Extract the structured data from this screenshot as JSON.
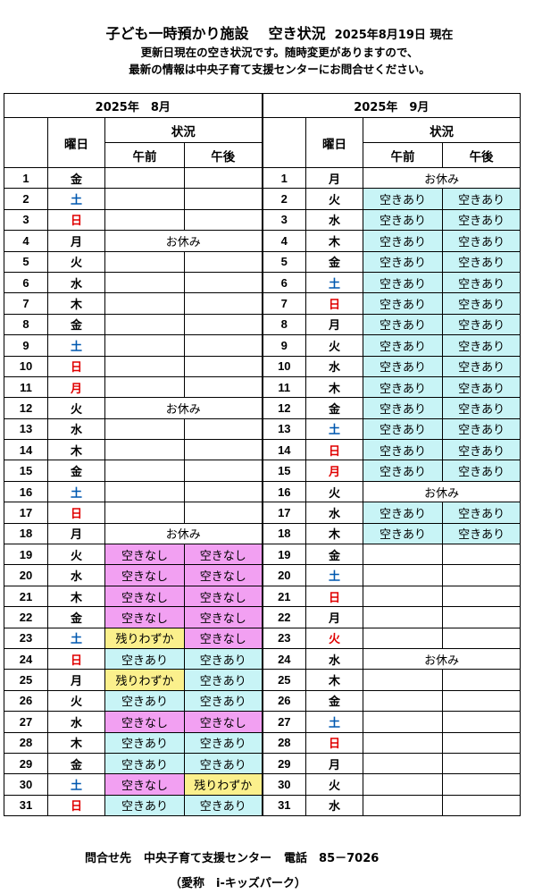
{
  "header": {
    "title": "子ども一時預かり施設",
    "status_title": "空き状況",
    "date_line": "2025年8月19日 現在",
    "notice_1": "更新日現在の空き状況です。随時変更がありますので、",
    "notice_2": "最新の情報は中央子育て支援センターにお問合せください。"
  },
  "table": {
    "month_left": "2025年　8月",
    "month_right": "2025年　9月",
    "col_weekday": "曜日",
    "col_status": "状況",
    "col_am": "午前",
    "col_pm": "午後"
  },
  "legend_colors": {
    "空きあり": "#c8f4f6",
    "空きなし": "#f2a0f2",
    "残りわずか": "#fbf08c",
    "sunday": "#e00000",
    "saturday": "#0058b0"
  },
  "august": [
    {
      "d": "1",
      "w": "金",
      "am": "",
      "pm": ""
    },
    {
      "d": "2",
      "w": "土",
      "am": "",
      "pm": ""
    },
    {
      "d": "3",
      "w": "日",
      "am": "",
      "pm": ""
    },
    {
      "d": "4",
      "w": "月",
      "closed": "お休み"
    },
    {
      "d": "5",
      "w": "火",
      "am": "",
      "pm": ""
    },
    {
      "d": "6",
      "w": "水",
      "am": "",
      "pm": ""
    },
    {
      "d": "7",
      "w": "木",
      "am": "",
      "pm": ""
    },
    {
      "d": "8",
      "w": "金",
      "am": "",
      "pm": ""
    },
    {
      "d": "9",
      "w": "土",
      "am": "",
      "pm": ""
    },
    {
      "d": "10",
      "w": "日",
      "am": "",
      "pm": ""
    },
    {
      "d": "11",
      "w": "月",
      "holiday": true,
      "am": "",
      "pm": ""
    },
    {
      "d": "12",
      "w": "火",
      "closed": "お休み"
    },
    {
      "d": "13",
      "w": "水",
      "am": "",
      "pm": ""
    },
    {
      "d": "14",
      "w": "木",
      "am": "",
      "pm": ""
    },
    {
      "d": "15",
      "w": "金",
      "am": "",
      "pm": ""
    },
    {
      "d": "16",
      "w": "土",
      "am": "",
      "pm": ""
    },
    {
      "d": "17",
      "w": "日",
      "am": "",
      "pm": ""
    },
    {
      "d": "18",
      "w": "月",
      "closed": "お休み"
    },
    {
      "d": "19",
      "w": "火",
      "am": "空きなし",
      "pm": "空きなし"
    },
    {
      "d": "20",
      "w": "水",
      "am": "空きなし",
      "pm": "空きなし"
    },
    {
      "d": "21",
      "w": "木",
      "am": "空きなし",
      "pm": "空きなし"
    },
    {
      "d": "22",
      "w": "金",
      "am": "空きなし",
      "pm": "空きなし"
    },
    {
      "d": "23",
      "w": "土",
      "am": "残りわずか",
      "pm": "空きなし"
    },
    {
      "d": "24",
      "w": "日",
      "am": "空きあり",
      "pm": "空きあり"
    },
    {
      "d": "25",
      "w": "月",
      "am": "残りわずか",
      "pm": "空きあり"
    },
    {
      "d": "26",
      "w": "火",
      "am": "空きあり",
      "pm": "空きあり"
    },
    {
      "d": "27",
      "w": "水",
      "am": "空きなし",
      "pm": "空きなし"
    },
    {
      "d": "28",
      "w": "木",
      "am": "空きあり",
      "pm": "空きあり"
    },
    {
      "d": "29",
      "w": "金",
      "am": "空きあり",
      "pm": "空きあり"
    },
    {
      "d": "30",
      "w": "土",
      "am": "空きなし",
      "pm": "残りわずか"
    },
    {
      "d": "31",
      "w": "日",
      "am": "空きあり",
      "pm": "空きあり"
    }
  ],
  "september": [
    {
      "d": "1",
      "w": "月",
      "closed": "お休み"
    },
    {
      "d": "2",
      "w": "火",
      "am": "空きあり",
      "pm": "空きあり"
    },
    {
      "d": "3",
      "w": "水",
      "am": "空きあり",
      "pm": "空きあり"
    },
    {
      "d": "4",
      "w": "木",
      "am": "空きあり",
      "pm": "空きあり"
    },
    {
      "d": "5",
      "w": "金",
      "am": "空きあり",
      "pm": "空きあり"
    },
    {
      "d": "6",
      "w": "土",
      "am": "空きあり",
      "pm": "空きあり"
    },
    {
      "d": "7",
      "w": "日",
      "am": "空きあり",
      "pm": "空きあり"
    },
    {
      "d": "8",
      "w": "月",
      "am": "空きあり",
      "pm": "空きあり"
    },
    {
      "d": "9",
      "w": "火",
      "am": "空きあり",
      "pm": "空きあり"
    },
    {
      "d": "10",
      "w": "水",
      "am": "空きあり",
      "pm": "空きあり"
    },
    {
      "d": "11",
      "w": "木",
      "am": "空きあり",
      "pm": "空きあり"
    },
    {
      "d": "12",
      "w": "金",
      "am": "空きあり",
      "pm": "空きあり"
    },
    {
      "d": "13",
      "w": "土",
      "am": "空きあり",
      "pm": "空きあり"
    },
    {
      "d": "14",
      "w": "日",
      "am": "空きあり",
      "pm": "空きあり"
    },
    {
      "d": "15",
      "w": "月",
      "holiday": true,
      "am": "空きあり",
      "pm": "空きあり"
    },
    {
      "d": "16",
      "w": "火",
      "closed": "お休み"
    },
    {
      "d": "17",
      "w": "水",
      "am": "空きあり",
      "pm": "空きあり"
    },
    {
      "d": "18",
      "w": "木",
      "am": "空きあり",
      "pm": "空きあり"
    },
    {
      "d": "19",
      "w": "金",
      "am": "",
      "pm": ""
    },
    {
      "d": "20",
      "w": "土",
      "am": "",
      "pm": ""
    },
    {
      "d": "21",
      "w": "日",
      "am": "",
      "pm": ""
    },
    {
      "d": "22",
      "w": "月",
      "am": "",
      "pm": ""
    },
    {
      "d": "23",
      "w": "火",
      "holiday": true,
      "am": "",
      "pm": ""
    },
    {
      "d": "24",
      "w": "水",
      "closed": "お休み"
    },
    {
      "d": "25",
      "w": "木",
      "am": "",
      "pm": ""
    },
    {
      "d": "26",
      "w": "金",
      "am": "",
      "pm": ""
    },
    {
      "d": "27",
      "w": "土",
      "am": "",
      "pm": ""
    },
    {
      "d": "28",
      "w": "日",
      "am": "",
      "pm": ""
    },
    {
      "d": "29",
      "w": "月",
      "am": "",
      "pm": ""
    },
    {
      "d": "30",
      "w": "火",
      "am": "",
      "pm": ""
    },
    {
      "d": "31",
      "w": "水",
      "am": "",
      "pm": ""
    }
  ],
  "footer": {
    "contact_label": "問合せ先",
    "center_name": "中央子育て支援センター",
    "phone": "電話　85－7026",
    "nickname": "（愛称　i-キッズパーク）"
  }
}
